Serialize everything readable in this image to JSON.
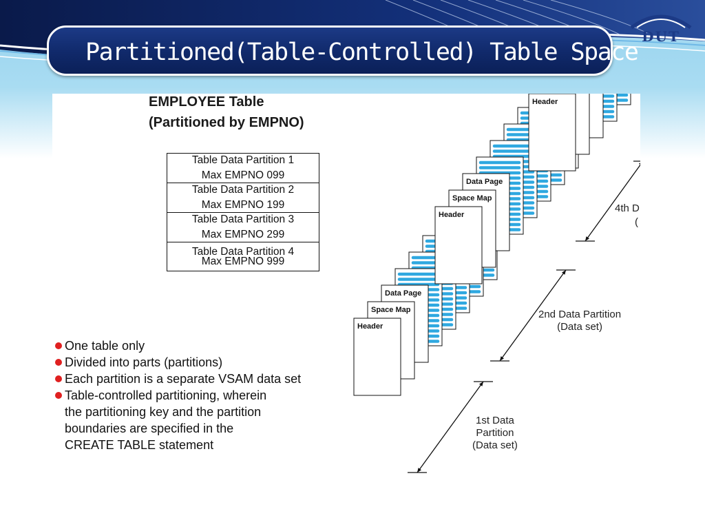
{
  "header": {
    "title": "Partitioned(Table-Controlled) Table Space",
    "logo_text": "DUT"
  },
  "table_title": {
    "line1": "EMPLOYEE Table",
    "line2": "(Partitioned by EMPNO)"
  },
  "partitions": [
    {
      "name": "Table Data Partition 1",
      "max": "Max EMPNO 099"
    },
    {
      "name": "Table Data Partition 2",
      "max": "Max EMPNO 199"
    },
    {
      "name": "Table Data Partition 3",
      "max": "Max EMPNO 299"
    },
    {
      "name": "Table Data Partition 4",
      "max": "Max EMPNO 999"
    }
  ],
  "bullets": [
    "One table only",
    "Divided into parts (partitions)",
    "Each partition is a separate VSAM data set",
    "Table-controlled partitioning, wherein",
    "the partitioning key and the partition",
    "boundaries are specified in the",
    "CREATE TABLE statement"
  ],
  "diagram": {
    "page_labels": {
      "header": "Header",
      "space_map": "Space Map",
      "data_page": "Data Page"
    },
    "partition_labels": {
      "p1": "1st Data\nPartition\n(Data set)",
      "p2": "2nd Data Partition\n(Data set)",
      "p4_line1": "4th D",
      "p4_line2": "("
    }
  },
  "colors": {
    "title_bg": "#10296a",
    "bullet_dot": "#e02020",
    "data_stripe": "#2fa8e0",
    "header_sky": "#9bd3ee"
  }
}
